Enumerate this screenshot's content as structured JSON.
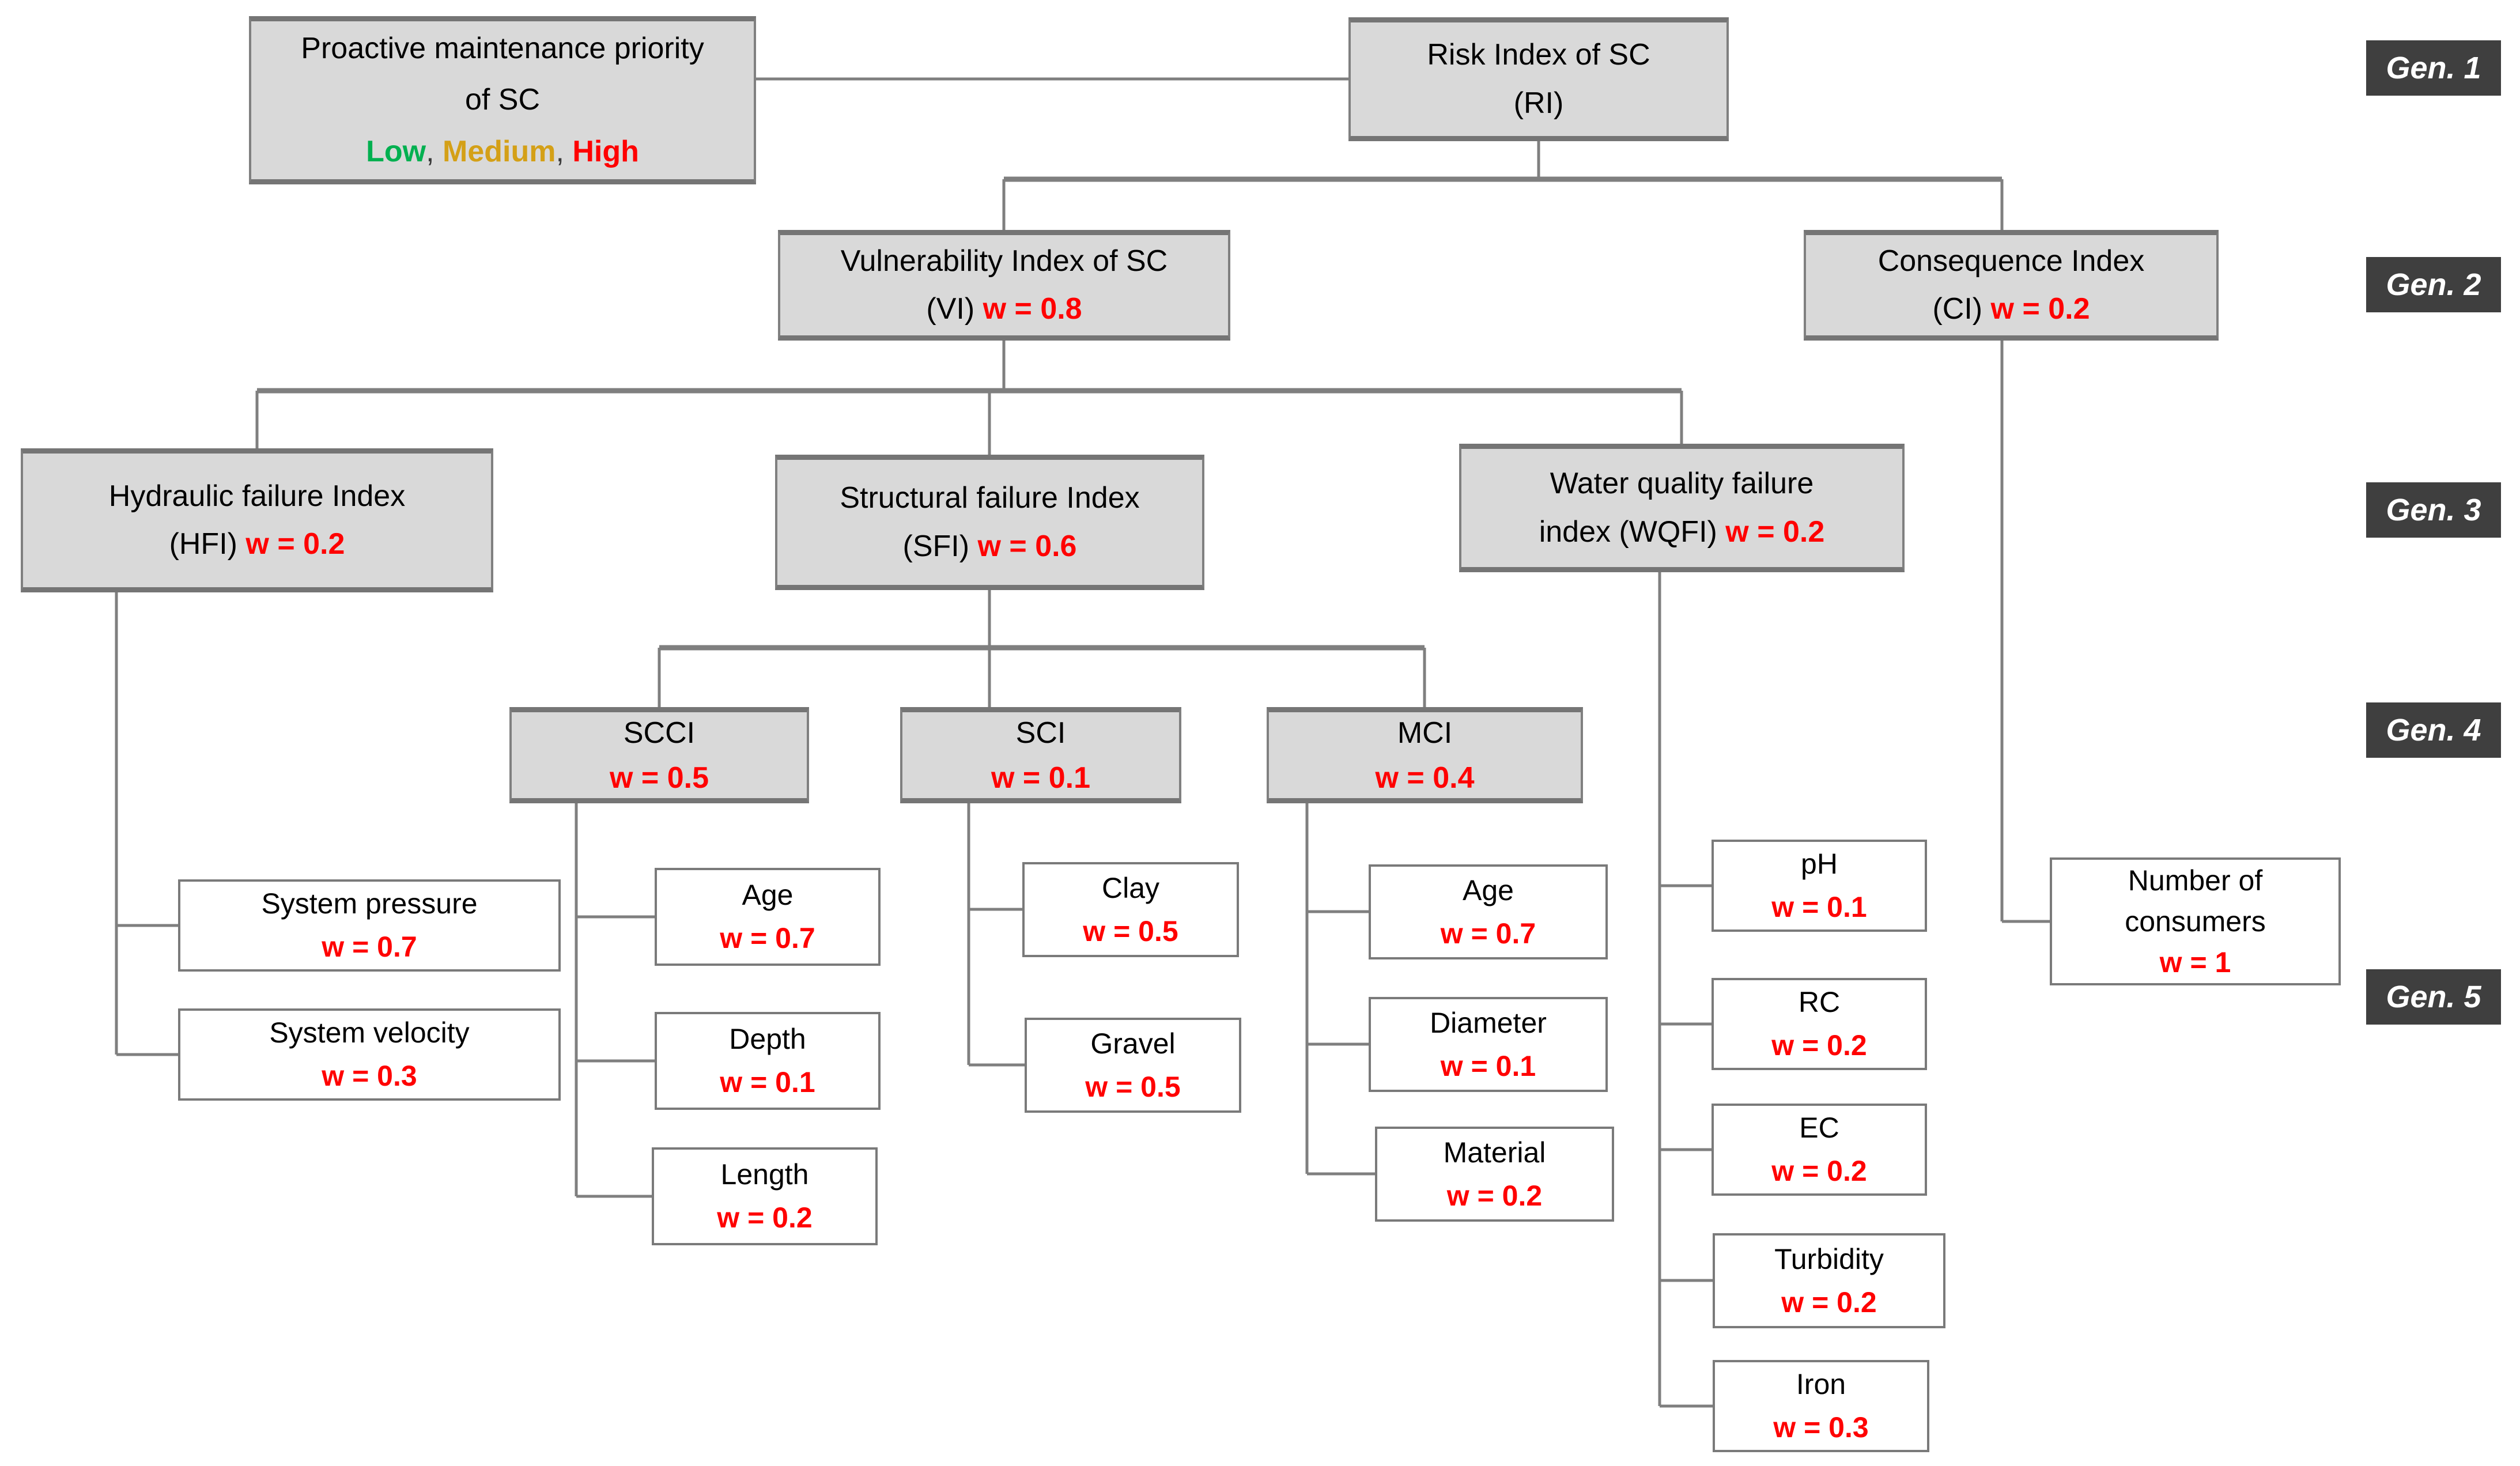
{
  "colors": {
    "box_fill": "#d9d9d9",
    "box_border": "#7f7f7f",
    "leaf_fill": "#ffffff",
    "connector": "#7f7f7f",
    "weight_text": "#ff0000",
    "badge_bg": "#3f3f3f",
    "badge_text": "#ffffff",
    "low_green": "#00b050",
    "medium_gold": "#d4a017",
    "high_red": "#ff0000"
  },
  "nodes": {
    "proactive": {
      "line1": "Proactive maintenance priority",
      "line2": "of SC",
      "low": "Low",
      "sep1": ", ",
      "medium": "Medium",
      "sep2": ", ",
      "high": "High"
    },
    "ri": {
      "line1": "Risk Index of SC",
      "line2": "(RI)"
    },
    "vi": {
      "line1": "Vulnerability Index of SC",
      "code": "(VI)",
      "w": "w = 0.8"
    },
    "ci": {
      "line1": "Consequence Index",
      "code": "(CI)",
      "w": "w = 0.2"
    },
    "hfi": {
      "line1": "Hydraulic failure Index",
      "code": "(HFI)",
      "w": "w = 0.2"
    },
    "sfi": {
      "line1": "Structural failure Index",
      "code": "(SFI)",
      "w": "w = 0.6"
    },
    "wqfi": {
      "line1": "Water quality failure",
      "code": "index (WQFI)",
      "w": "w = 0.2"
    },
    "scci": {
      "name": "SCCI",
      "w": "w = 0.5"
    },
    "sci": {
      "name": "SCI",
      "w": "w = 0.1"
    },
    "mci": {
      "name": "MCI",
      "w": "w = 0.4"
    },
    "system_pressure": {
      "name": "System pressure",
      "w": "w = 0.7"
    },
    "system_velocity": {
      "name": "System velocity",
      "w": "w = 0.3"
    },
    "scci_age": {
      "name": "Age",
      "w": "w = 0.7"
    },
    "depth": {
      "name": "Depth",
      "w": "w = 0.1"
    },
    "length": {
      "name": "Length",
      "w": "w = 0.2"
    },
    "clay": {
      "name": "Clay",
      "w": "w = 0.5"
    },
    "gravel": {
      "name": "Gravel",
      "w": "w = 0.5"
    },
    "mci_age": {
      "name": "Age",
      "w": "w = 0.7"
    },
    "diameter": {
      "name": "Diameter",
      "w": "w = 0.1"
    },
    "material": {
      "name": "Material",
      "w": "w = 0.2"
    },
    "ph": {
      "name": "pH",
      "w": "w = 0.1"
    },
    "rc": {
      "name": "RC",
      "w": "w = 0.2"
    },
    "ec": {
      "name": "EC",
      "w": "w = 0.2"
    },
    "turbidity": {
      "name": "Turbidity",
      "w": "w = 0.2"
    },
    "iron": {
      "name": "Iron",
      "w": "w = 0.3"
    },
    "consumers": {
      "line1": "Number of",
      "line2": "consumers",
      "w": "w = 1"
    }
  },
  "generations": {
    "g1": "Gen. 1",
    "g2": "Gen. 2",
    "g3": "Gen. 3",
    "g4": "Gen. 4",
    "g5": "Gen. 5"
  }
}
